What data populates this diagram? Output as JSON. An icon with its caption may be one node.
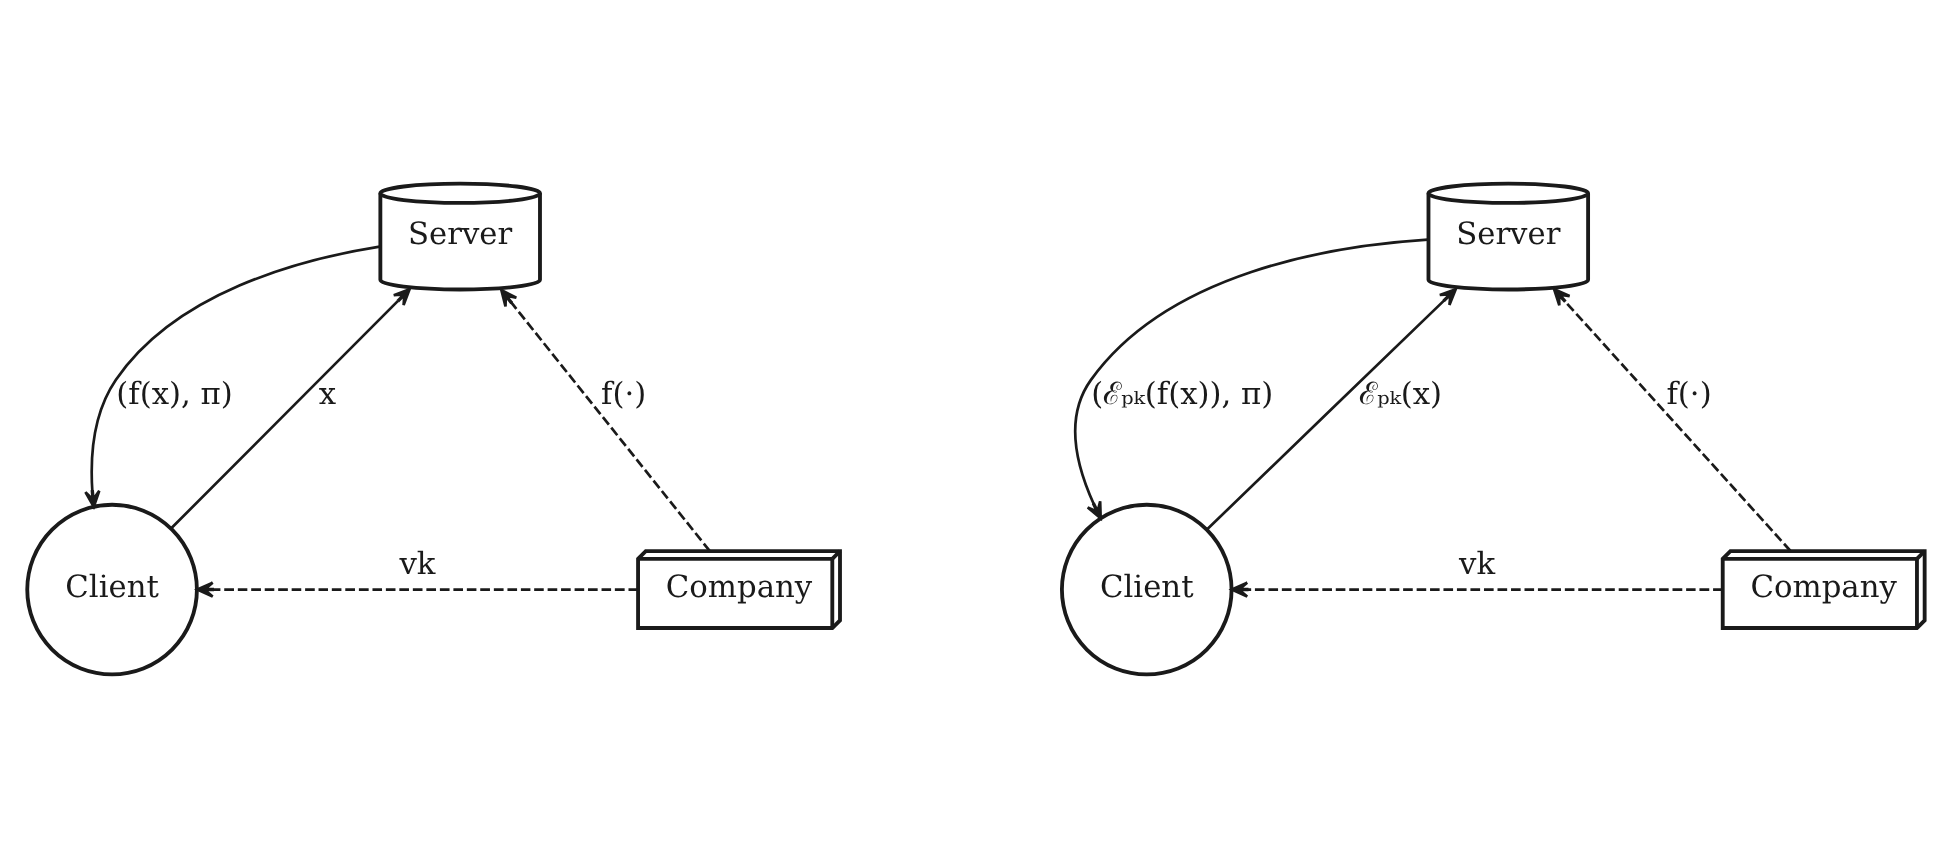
{
  "diagram": {
    "nodes": [
      {
        "text": [
          "Server"
        ]
      },
      {
        "text": [
          "Client"
        ]
      },
      {
        "text": [
          "Company"
        ]
      },
      {
        "text": [
          "Server"
        ]
      },
      {
        "text": [
          "Client"
        ]
      },
      {
        "text": [
          "Company"
        ]
      }
    ],
    "edges": [
      {
        "from": 1,
        "to": 0,
        "arrow": "to",
        "label": "x"
      },
      {
        "from": 0,
        "to": 1,
        "arrow": "to",
        "label": "(f(x), π)"
      },
      {
        "from": 2,
        "to": 0,
        "arrow": "to",
        "label": "f(·)",
        "style": "dashed"
      },
      {
        "from": 2,
        "to": 1,
        "arrow": "to",
        "label": "vk",
        "style": "dashed"
      },
      {
        "from": 4,
        "to": 3,
        "arrow": "to",
        "label": "ℰₚₖ(x)"
      },
      {
        "from": 3,
        "to": 4,
        "arrow": "to",
        "label": "(ℰₚₖ(f(x)), π)"
      },
      {
        "from": 5,
        "to": 3,
        "arrow": "to",
        "label": "f(·)",
        "style": "dashed"
      },
      {
        "from": 5,
        "to": 4,
        "arrow": "to",
        "label": "vk",
        "style": "dashed"
      }
    ]
  }
}
